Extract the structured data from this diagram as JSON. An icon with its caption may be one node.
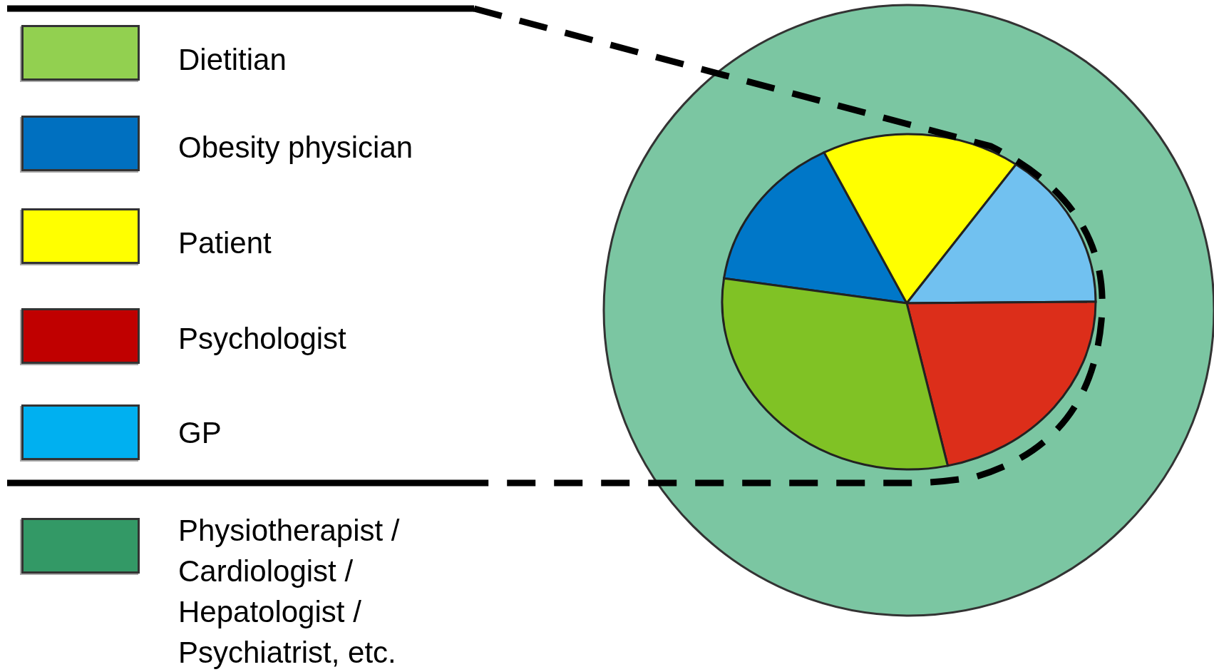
{
  "diagram": {
    "legend": [
      {
        "text": "Dietitian",
        "color": "#92d050"
      },
      {
        "text": "Obesity physician",
        "color": "#0070c0"
      },
      {
        "text": "Patient",
        "color": "#ffff00"
      },
      {
        "text": "Psychologist",
        "color": "#c00000"
      },
      {
        "text": "GP",
        "color": "#00b0f0"
      },
      {
        "text": "Physiotherapist / Cardiologist / Hepatologist / Psychiatrist, etc.",
        "color": "#339966"
      }
    ]
  }
}
